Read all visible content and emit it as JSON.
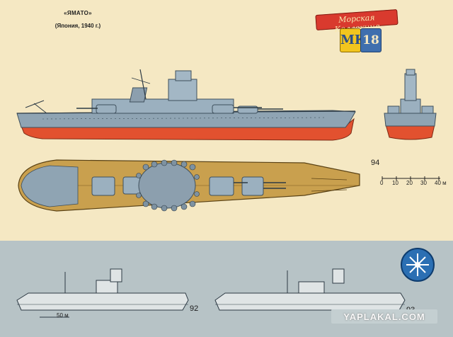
{
  "header": {
    "title": "«ЯМАТО»",
    "subtitle": "(Япония, 1940 г.)"
  },
  "logo": {
    "banner_text": "Морская Коллекция",
    "letters": "МК",
    "number": "18"
  },
  "labels": {
    "plate_main": "94",
    "plate_left": "92",
    "plate_right": "93"
  },
  "scale_top": {
    "ticks": [
      "0",
      "10",
      "20",
      "30",
      "40 м"
    ]
  },
  "scale_bottom": {
    "label": "50 м"
  },
  "watermark": {
    "text": "YAPLAKAL.COM"
  },
  "colors": {
    "paper": "#f5e8c3",
    "hull_grey": "#8fa4b3",
    "hull_red": "#e2512f",
    "deck_wood": "#c9a04e",
    "bottom_band": "#b7c3c6"
  }
}
